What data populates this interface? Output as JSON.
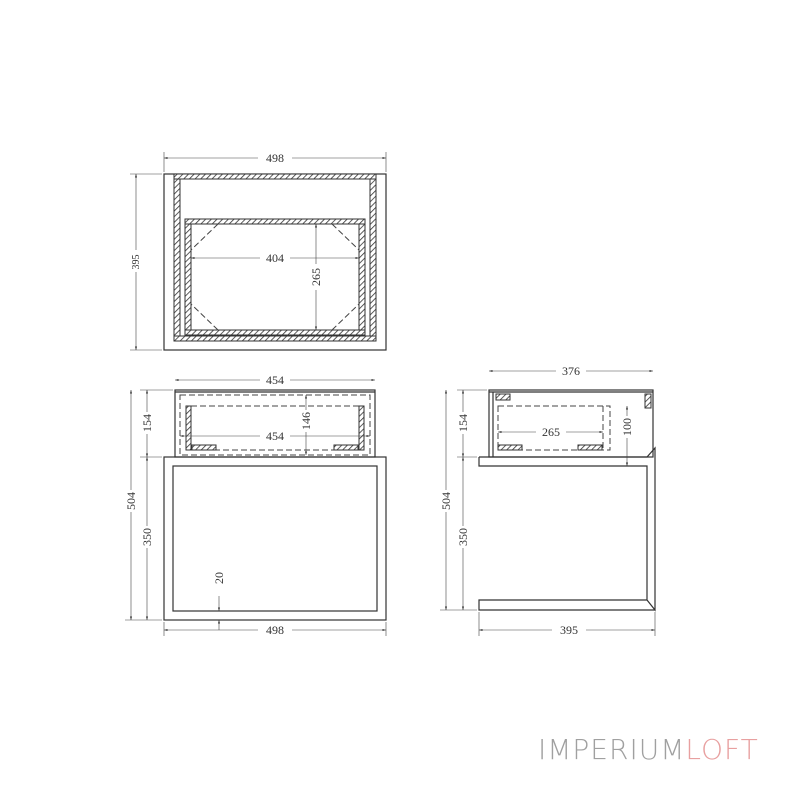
{
  "drawing": {
    "top_view": {
      "width_label": "498",
      "depth_label": "395",
      "inner_width_label": "404",
      "inner_depth_label": "265"
    },
    "front_view": {
      "drawer_width_label": "454",
      "drawer_inner_width_label": "454",
      "drawer_inner_height_label": "146",
      "drawer_height_label": "154",
      "frame_height_label": "350",
      "total_height_label": "504",
      "bottom_gap_label": "20",
      "total_width_label": "498"
    },
    "side_view": {
      "drawer_depth_label": "376",
      "inner_depth_label": "265",
      "inner_height_label": "100",
      "drawer_height_label": "154",
      "frame_height_label": "350",
      "total_height_label": "504",
      "total_depth_label": "395"
    }
  },
  "brand": {
    "logo_part1": "IMPERIUM",
    "logo_part2": "LOFT",
    "color_part1": "#a0a0a0",
    "color_part2": "#e8a0a0"
  }
}
